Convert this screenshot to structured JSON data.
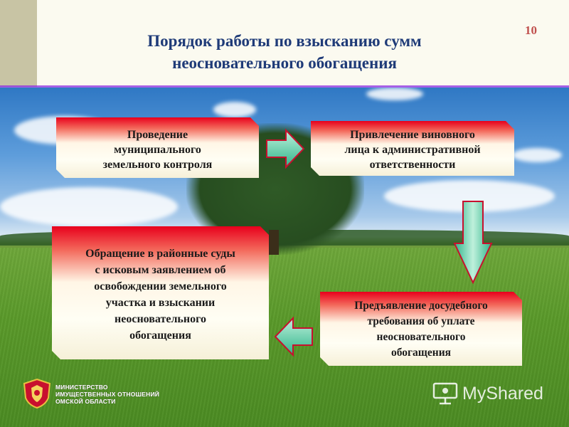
{
  "slide": {
    "number": "10",
    "title_line1": "Порядок работы по взысканию сумм",
    "title_line2": "неосновательного обогащения"
  },
  "steps": [
    {
      "lines": [
        "Проведение",
        "муниципального",
        "земельного контроля"
      ]
    },
    {
      "lines": [
        "Привлечение виновного",
        "лица к административной",
        "ответственности"
      ]
    },
    {
      "lines": [
        "Предъявление досудебного",
        "требования об уплате",
        "неосновательного",
        "обогащения"
      ]
    },
    {
      "lines": [
        "Обращение в районные суды",
        "с исковым заявлением об",
        "освобождении земельного",
        "участка и взыскании",
        "неосновательного",
        "обогащения"
      ]
    }
  ],
  "footer": {
    "ministry_lines": [
      "МИНИСТЕРСТВО",
      "ИМУЩЕСТВЕННЫХ ОТНОШЕНИЙ",
      "ОМСКОЙ ОБЛАСТИ"
    ],
    "watermark": "MyShared"
  },
  "colors": {
    "title": "#1f3b78",
    "slide_number": "#c0504d",
    "box_red": "#e8001c",
    "arrow_fill": "#2fb58a",
    "arrow_outline": "#c8102e"
  },
  "icons": [
    "coat-of-arms-icon",
    "presentation-icon"
  ]
}
